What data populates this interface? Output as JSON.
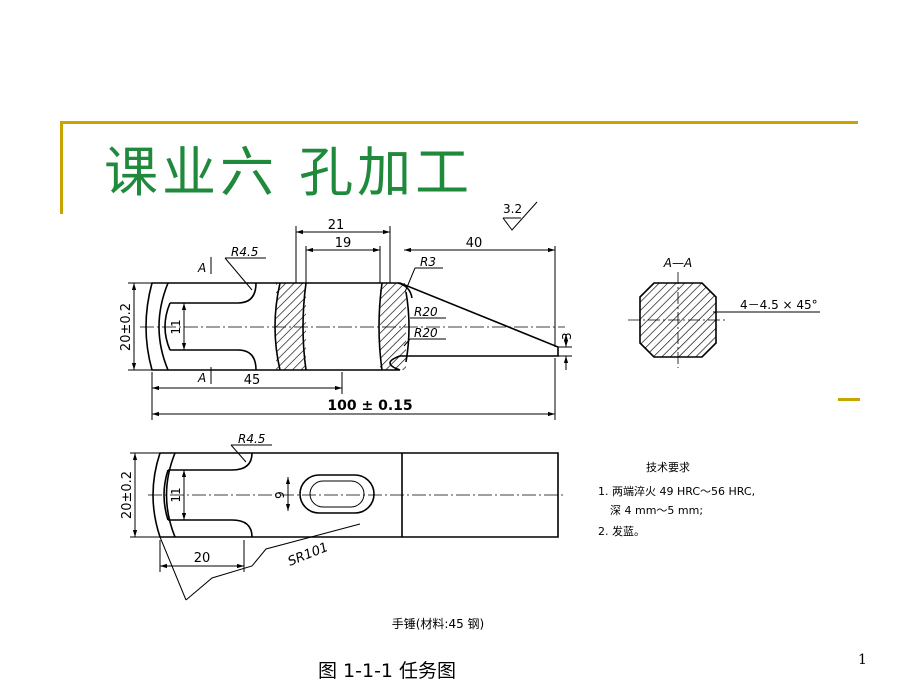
{
  "slide": {
    "title": "课业六 孔加工",
    "figure_caption": "图 1-1-1  任务图",
    "page_number": "1"
  },
  "drawing": {
    "roughness": "3.2",
    "dims_top": {
      "d21": "21",
      "d19": "19",
      "d40": "40",
      "r3": "R3",
      "r45": "R4.5",
      "a_top": "A",
      "a_bottom": "A",
      "d11": "11",
      "height": "20±0.2",
      "r20_a": "R20",
      "r20_b": "R20",
      "d3": "3",
      "d45": "45",
      "total": "100 ± 0.15"
    },
    "section": {
      "title": "A—A",
      "chamfer": "4－4.5 × 45°"
    },
    "dims_bottom": {
      "r45": "R4.5",
      "d11": "11",
      "d9": "9",
      "height": "20±0.2",
      "d20": "20",
      "sr": "SR101"
    },
    "requirements": {
      "title": "技术要求",
      "line1": "1. 两端淬火 49 HRC～56 HRC,",
      "line2": "深 4 mm～5 mm;",
      "line3": "2. 发蓝。"
    },
    "part_caption": "手锤(材料:45 钢)"
  },
  "colors": {
    "title": "#1f8a3c",
    "accent": "#c8a400",
    "ink": "#000000"
  }
}
